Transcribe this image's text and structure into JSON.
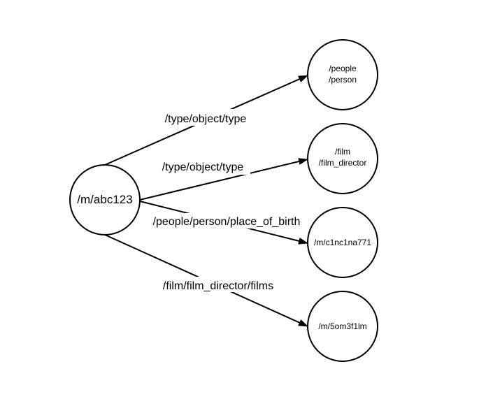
{
  "nodes": {
    "source": {
      "label": "/m/abc123"
    },
    "people_person": {
      "lines": [
        "/people",
        "/person"
      ]
    },
    "film_director": {
      "lines": [
        "/film",
        "/film_director"
      ]
    },
    "place": {
      "label": "/m/c1nc1na771"
    },
    "films": {
      "label": "/m/5om3f1lm"
    }
  },
  "edges": {
    "type_person": {
      "label": "/type/object/type"
    },
    "type_director": {
      "label": "/type/object/type"
    },
    "place_of_birth": {
      "label": "/people/person/place_of_birth"
    },
    "films": {
      "label": "/film/film_director/films"
    }
  },
  "colors": {
    "stroke": "#000000",
    "background": "#ffffff"
  }
}
